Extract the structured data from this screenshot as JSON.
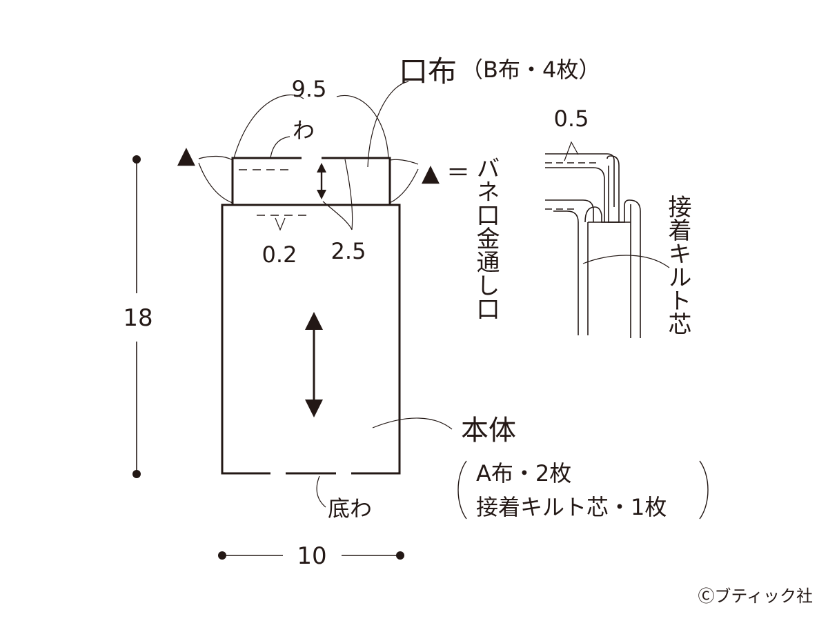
{
  "mouth_piece": {
    "title": "口布",
    "detail": "（B布・4枚）",
    "width_label": "9.5",
    "fold_label": "わ",
    "stitch_label": "0.2",
    "height_label": "2.5"
  },
  "body_piece": {
    "title": "本体",
    "detail_line1": "A布・2枚",
    "detail_line2": "接着キルト芯・1枚",
    "height_label": "18",
    "width_label": "10",
    "bottom_fold_label": "底わ"
  },
  "legend": {
    "symbol": "▲",
    "equals": "＝",
    "text": "バネ口金通し口"
  },
  "cross_section": {
    "seam_label": "0.5",
    "interfacing_label": "接着キルト芯"
  },
  "copyright": "Ⓒブティック社"
}
